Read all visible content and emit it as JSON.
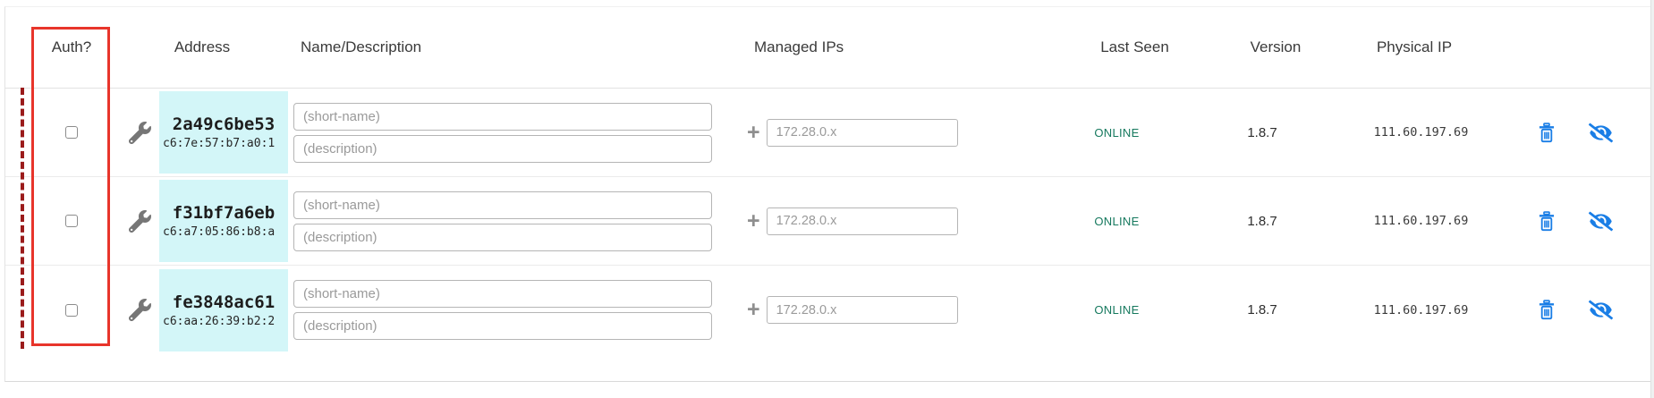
{
  "table": {
    "columns": [
      "Auth?",
      "Address",
      "Name/Description",
      "Managed IPs",
      "Last Seen",
      "Version",
      "Physical IP",
      ""
    ],
    "rows": [
      {
        "address": "2a49c6be53",
        "mac": "c6:7e:57:b7:a0:1",
        "short_name_placeholder": "(short-name)",
        "description_placeholder": "(description)",
        "managed_ip_placeholder": "172.28.0.x",
        "status": "ONLINE",
        "version": "1.8.7",
        "physical_ip": "111.60.197.69"
      },
      {
        "address": "f31bf7a6eb",
        "mac": "c6:a7:05:86:b8:a",
        "short_name_placeholder": "(short-name)",
        "description_placeholder": "(description)",
        "managed_ip_placeholder": "172.28.0.x",
        "status": "ONLINE",
        "version": "1.8.7",
        "physical_ip": "111.60.197.69"
      },
      {
        "address": "fe3848ac61",
        "mac": "c6:aa:26:39:b2:2",
        "short_name_placeholder": "(short-name)",
        "description_placeholder": "(description)",
        "managed_ip_placeholder": "172.28.0.x",
        "status": "ONLINE",
        "version": "1.8.7",
        "physical_ip": "111.60.197.69"
      }
    ]
  },
  "icons": {
    "wrench": "wrench-icon",
    "add_ip": "+",
    "delete": "trash-icon",
    "hide": "eye-slash-icon"
  },
  "colors": {
    "status_online": "#16795e",
    "address_highlight": "#d3f6f8",
    "action_icon_blue": "#1a7ee6",
    "annotation_red": "#e8352b",
    "annotation_dashed_red": "#9b1b1b"
  }
}
